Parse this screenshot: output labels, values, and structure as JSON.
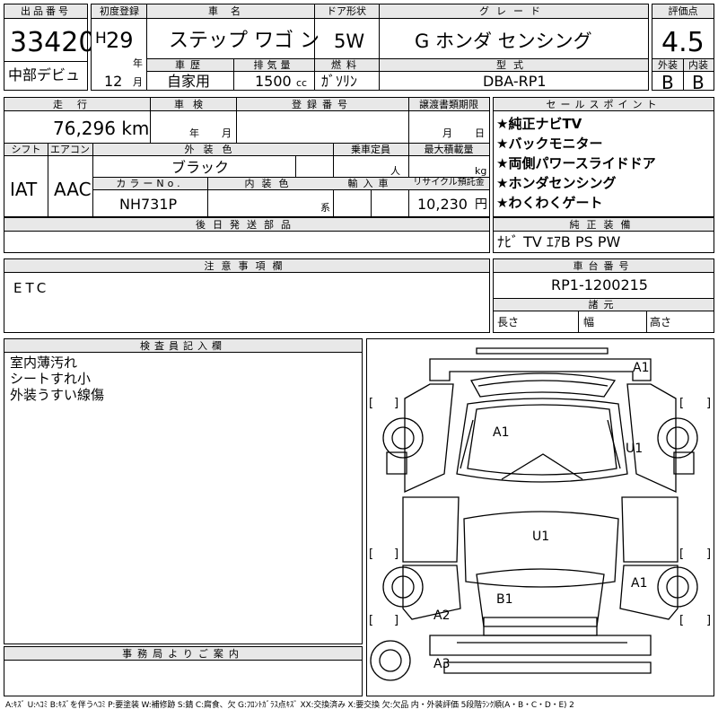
{
  "header": {
    "lot_label": "出品番号",
    "lot_number": "33420",
    "debut_label": "中部デビュ",
    "first_reg_label": "初度登録",
    "era": "H",
    "year": "29",
    "year_unit": "年",
    "month": "12",
    "month_unit": "月",
    "car_name_label": "車名",
    "car_name": "ステップ ワゴ ン",
    "door_label": "ドア形状",
    "door": "5W",
    "grade_label": "グレード",
    "grade": "G ホンダ センシング",
    "score_label": "評価点",
    "score": "4.5",
    "ext_label": "外装",
    "int_label": "内装",
    "ext_grade": "B",
    "int_grade": "B",
    "history_label": "車歴",
    "history": "自家用",
    "displacement_label": "排気量",
    "displacement": "1500",
    "displacement_unit": "cc",
    "fuel_label": "燃料",
    "fuel": "ｶﾞｿﾘﾝ",
    "model_label": "型式",
    "model": "DBA-RP1"
  },
  "row2": {
    "mileage_label": "走行",
    "mileage": "76,296 km",
    "inspection_label": "車検",
    "insp_year_unit": "年",
    "insp_month_unit": "月",
    "reg_label": "登録番号",
    "transfer_label": "譲渡書類期限",
    "transfer_month_unit": "月",
    "transfer_day_unit": "日",
    "shift_label": "シフト",
    "shift": "IAT",
    "ac_label": "エアコン",
    "ac": "AAC",
    "ext_color_label": "外装色",
    "ext_color": "ブラック",
    "capacity_label": "乗車定員",
    "capacity_unit": "人",
    "load_label": "最大積載量",
    "load_unit": "kg",
    "color_no_label": "カラーNo.",
    "color_no": "NH731P",
    "int_color_label": "内装色",
    "int_color_unit": "系",
    "import_label": "輸入車",
    "recycle_label": "リサイクル預託金",
    "recycle": "10,230",
    "recycle_unit": "円",
    "later_parts_label": "後日発送部品"
  },
  "sales": {
    "title": "セールスポイント",
    "points": [
      "★純正ナビTV",
      "★バックモニター",
      "★両側パワースライドドア",
      "★ホンダセンシング",
      "★わくわくゲート"
    ]
  },
  "equipment": {
    "title": "純正装備",
    "value": "ﾅﾋﾞ TV ｴｱB PS PW"
  },
  "notes": {
    "title": "注意事項欄",
    "value": "ETC"
  },
  "chassis": {
    "title": "車台番号",
    "value": "RP1-1200215",
    "spec_title": "諸元",
    "length_label": "長さ",
    "width_label": "幅",
    "height_label": "高さ"
  },
  "inspector": {
    "title": "検査員記入欄",
    "lines": [
      "室内薄汚れ",
      "シートすれ小",
      "外装うすい線傷"
    ]
  },
  "office": {
    "title": "事務局よりご案内"
  },
  "diagram": {
    "marks": [
      "A1",
      "A1",
      "U1",
      "U1",
      "A1",
      "B1",
      "A2",
      "A3"
    ],
    "brackets": [
      "[",
      "]",
      "[",
      "]",
      "[",
      "]",
      "[",
      "]",
      "[",
      "]",
      "[",
      "]"
    ]
  },
  "legend": "A:ｷｽﾞ U:ﾍｺﾐ B:ｷｽﾞを伴うﾍｺﾐ P:要塗装 W:補修跡 S:錆 C:腐食、欠 G:ﾌﾛﾝﾄｶﾞﾗｽ点ｷｽﾞ XX:交換済み X:要交換 欠:欠品 内・外装評価 5段階ﾗﾝｸ順(A・B・C・D・E) 2"
}
